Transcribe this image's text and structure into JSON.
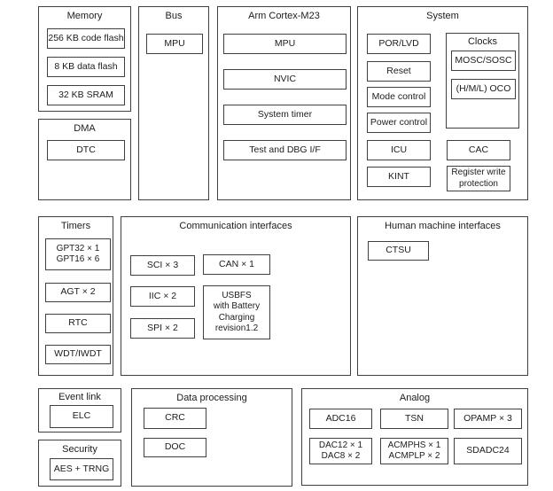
{
  "colors": {
    "border": "#404040",
    "text": "#1c1c1c",
    "background": "#ffffff"
  },
  "memory": {
    "title": "Memory",
    "items": [
      "256 KB code flash",
      "8 KB data flash",
      "32 KB SRAM"
    ]
  },
  "dma": {
    "title": "DMA",
    "items": [
      "DTC"
    ]
  },
  "bus": {
    "title": "Bus",
    "items": [
      "MPU"
    ]
  },
  "cortex": {
    "title": "Arm Cortex-M23",
    "items": [
      "MPU",
      "NVIC",
      "System timer",
      "Test and DBG I/F"
    ]
  },
  "system": {
    "title": "System",
    "left_items": [
      "POR/LVD",
      "Reset",
      "Mode control",
      "Power control",
      "ICU",
      "KINT"
    ],
    "clocks": {
      "title": "Clocks",
      "items": [
        "MOSC/SOSC",
        "(H/M/L) OCO"
      ]
    },
    "cac": "CAC",
    "register_write_protection": {
      "line1": "Register write",
      "line2": "protection"
    }
  },
  "timers": {
    "title": "Timers",
    "gpt": {
      "line1": "GPT32 × 1",
      "line2": "GPT16 × 6"
    },
    "agt": "AGT × 2",
    "rtc": "RTC",
    "wdt": "WDT/IWDT"
  },
  "comm": {
    "title": "Communication interfaces",
    "left_items": [
      "SCI × 3",
      "IIC × 2",
      "SPI × 2"
    ],
    "can": "CAN × 1",
    "usbfs": {
      "line1": "USBFS",
      "line2": "with Battery",
      "line3": "Charging",
      "line4": "revision1.2"
    }
  },
  "hmi": {
    "title": "Human machine interfaces",
    "items": [
      "CTSU"
    ]
  },
  "event_link": {
    "title": "Event link",
    "items": [
      "ELC"
    ]
  },
  "security": {
    "title": "Security",
    "items": [
      "AES + TRNG"
    ]
  },
  "data_processing": {
    "title": "Data processing",
    "items": [
      "CRC",
      "DOC"
    ]
  },
  "analog": {
    "title": "Analog",
    "row1": [
      "ADC16",
      "TSN",
      "OPAMP × 3"
    ],
    "dac": {
      "line1": "DAC12 × 1",
      "line2": "DAC8 × 2"
    },
    "acmp": {
      "line1": "ACMPHS × 1",
      "line2": "ACMPLP × 2"
    },
    "sdadc": "SDADC24"
  }
}
